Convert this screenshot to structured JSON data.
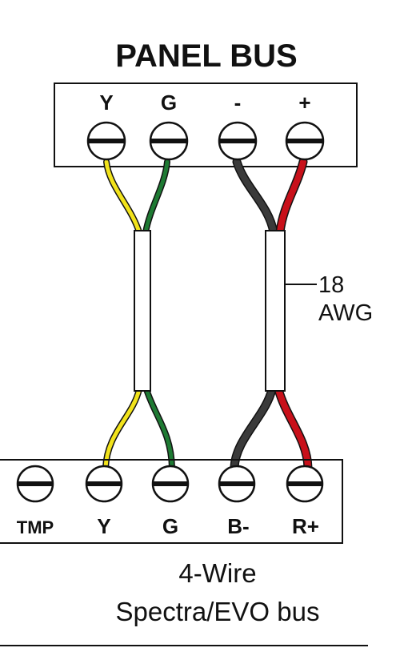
{
  "panel": {
    "title": "PANEL BUS",
    "terminals": [
      "Y",
      "G",
      "-",
      "+"
    ]
  },
  "device": {
    "terminals": [
      "TMP",
      "Y",
      "G",
      "B-",
      "R+"
    ],
    "caption_line1": "4-Wire",
    "caption_line2": "Spectra/EVO bus"
  },
  "cable": {
    "gauge_line1": "18",
    "gauge_line2": "AWG"
  },
  "wire_colors": {
    "yellow": "#f2e31b",
    "green": "#1e7a33",
    "black": "#3a3a3a",
    "red": "#c8101a"
  }
}
